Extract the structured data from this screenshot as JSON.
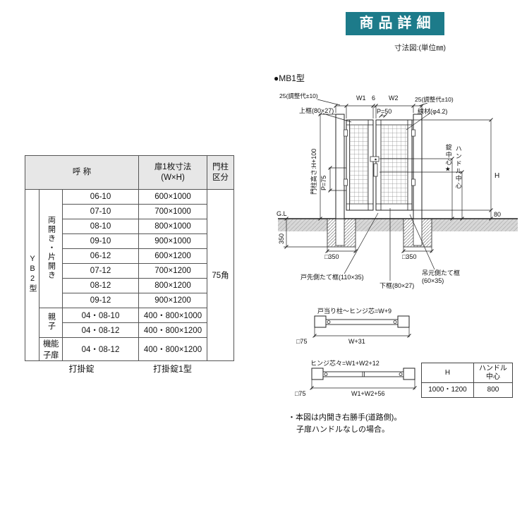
{
  "page": {
    "badge": "商品詳細",
    "unit_note": "寸法図:(単位㎜)"
  },
  "spec_table": {
    "header_name": "呼 称",
    "header_size_1": "扉1枚寸法",
    "header_size_2": "(W×H)",
    "header_post_1": "門柱",
    "header_post_2": "区分",
    "series": "YB2型",
    "group_double": "両開き・片開き",
    "group_oyako": "親子",
    "group_kino": "機能子扉",
    "post_class": "75角",
    "rows": [
      {
        "code": "06-10",
        "size": "600×1000"
      },
      {
        "code": "07-10",
        "size": "700×1000"
      },
      {
        "code": "08-10",
        "size": "800×1000"
      },
      {
        "code": "09-10",
        "size": "900×1000"
      },
      {
        "code": "06-12",
        "size": "600×1200"
      },
      {
        "code": "07-12",
        "size": "700×1200"
      },
      {
        "code": "08-12",
        "size": "800×1200"
      },
      {
        "code": "09-12",
        "size": "900×1200"
      },
      {
        "code": "04・08-10",
        "size": "400・800×1000"
      },
      {
        "code": "04・08-12",
        "size": "400・800×1200"
      },
      {
        "code": "04・08-12",
        "size": "400・800×1200"
      }
    ],
    "lock_label": "打掛錠",
    "lock_type": "打掛錠1型"
  },
  "diagram": {
    "model": "●MB1型",
    "labels": {
      "adj_left": "25(調整代±10)",
      "w1": "W1",
      "gap6": "6",
      "w2": "W2",
      "adj_right": "25(調整代±10)",
      "top_rail": "上框(80×27)",
      "p50": "P=50",
      "wire": "線材(φ4.2)",
      "post_height": "門柱高さ:H+100",
      "p75": "P=75",
      "lock_center": "錠中心★",
      "handle_center": "ハンドル中心",
      "h": "H",
      "d80": "80",
      "gl": "G.L",
      "d350": "350",
      "footing_left": "□350",
      "footing_right": "□350",
      "front_stile": "戸先側たて框(110×35)",
      "bottom_rail": "下框(80×27)",
      "hinge_stile_1": "吊元側たて框",
      "hinge_stile_2": "(60×35)",
      "sch1_title": "戸当り柱〜ヒンジ芯=W+9",
      "sch1_sq": "□75",
      "sch1_dim": "W+31",
      "sch2_title": "ヒンジ芯々=W1+W2+12",
      "sch2_sq": "□75",
      "sch2_dim": "W1+W2+56"
    },
    "mini_table": {
      "h_label": "H",
      "handle_label_1": "ハンドル",
      "handle_label_2": "中心",
      "h_value": "1000・1200",
      "handle_value": "800"
    },
    "notes_1": "・本図は内開き右勝手(道路側)。",
    "notes_2": "子扉ハンドルなしの場合。"
  }
}
